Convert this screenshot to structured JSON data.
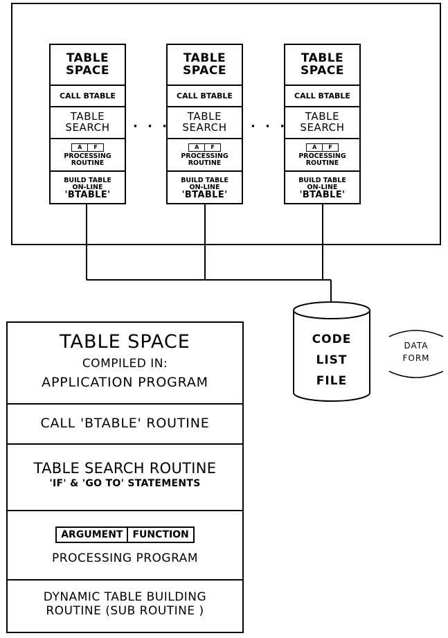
{
  "modules": [
    {
      "table_space": [
        "TABLE",
        "SPACE"
      ],
      "call": "CALL BTABLE",
      "search": [
        "TABLE",
        "SEARCH"
      ],
      "af": [
        "A",
        "F"
      ],
      "processing": [
        "PROCESSING",
        "ROUTINE"
      ],
      "build": [
        "BUILD TABLE",
        "ON-LINE"
      ],
      "btable": "'BTABLE'"
    },
    {
      "table_space": [
        "TABLE",
        "SPACE"
      ],
      "call": "CALL BTABLE",
      "search": [
        "TABLE",
        "SEARCH"
      ],
      "af": [
        "A",
        "F"
      ],
      "processing": [
        "PROCESSING",
        "ROUTINE"
      ],
      "build": [
        "BUILD TABLE",
        "ON-LINE"
      ],
      "btable": "'BTABLE'"
    },
    {
      "table_space": [
        "TABLE",
        "SPACE"
      ],
      "call": "CALL BTABLE",
      "search": [
        "TABLE",
        "SEARCH"
      ],
      "af": [
        "A",
        "F"
      ],
      "processing": [
        "PROCESSING",
        "ROUTINE"
      ],
      "build": [
        "BUILD TABLE",
        "ON-LINE"
      ],
      "btable": "'BTABLE'"
    }
  ],
  "ellipsis": "· · ·",
  "file": {
    "lines": [
      "CODE",
      "LIST",
      "FILE"
    ]
  },
  "data_form": {
    "lines": [
      "DATA",
      "FORM"
    ]
  },
  "detail": {
    "title": "TABLE SPACE",
    "compiled_in": "COMPILED IN:",
    "application": "APPLICATION PROGRAM",
    "call": "CALL 'BTABLE' ROUTINE",
    "search_title": "TABLE SEARCH ROUTINE",
    "search_sub": "'IF' & 'GO TO' STATEMENTS",
    "argument": "ARGUMENT",
    "function": "FUNCTION",
    "processing": "PROCESSING PROGRAM",
    "dynamic_1": "DYNAMIC TABLE BUILDING",
    "dynamic_2": "ROUTINE (SUB ROUTINE )"
  }
}
